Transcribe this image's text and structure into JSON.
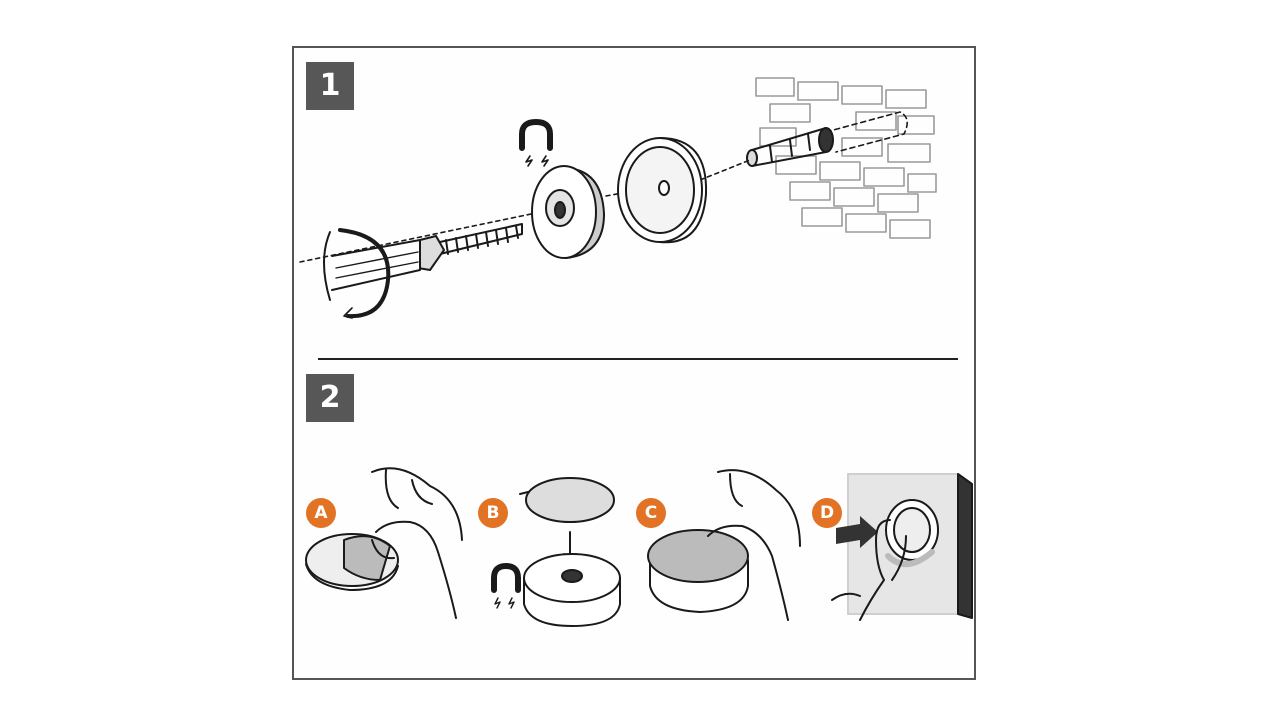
{
  "steps": [
    {
      "number": "1"
    },
    {
      "number": "2"
    }
  ],
  "substeps": [
    {
      "letter": "A"
    },
    {
      "letter": "B"
    },
    {
      "letter": "C"
    },
    {
      "letter": "D"
    }
  ],
  "colors": {
    "frame": "#555555",
    "step_badge": "#575757",
    "substep_badge": "#e37324",
    "line": "#1a1a1a"
  }
}
